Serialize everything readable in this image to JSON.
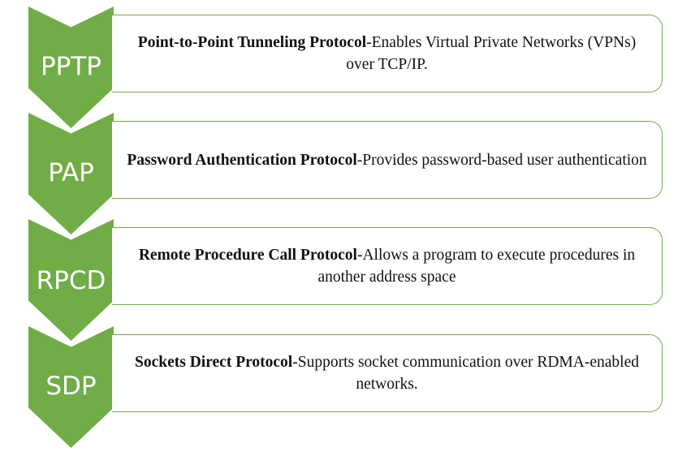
{
  "items": [
    {
      "abbr": "PPTP",
      "name": "Point-to-Point Tunneling Protocol",
      "separator": "-",
      "description": "Enables Virtual Private Networks (VPNs) over TCP/IP."
    },
    {
      "abbr": "PAP",
      "name": "Password Authentication Protocol",
      "separator": "-",
      "description": "Provides password-based user authentication"
    },
    {
      "abbr": "RPCD",
      "name": "Remote Procedure Call Protocol",
      "separator": "-",
      "description": "Allows a program to execute procedures in another address space"
    },
    {
      "abbr": "SDP",
      "name": "Sockets Direct Protocol",
      "separator": "-",
      "description": "Supports socket communication over RDMA-enabled networks."
    }
  ],
  "colors": {
    "accent": "#70ad47",
    "chevron_text": "#ffffff",
    "body_text": "#111111"
  }
}
